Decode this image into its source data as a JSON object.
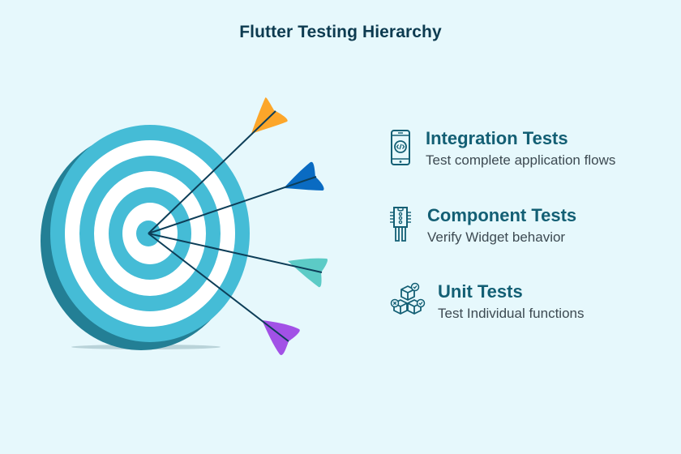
{
  "title": "Flutter Testing Hierarchy",
  "colors": {
    "background": "#e6f8fc",
    "title": "#0d3b50",
    "heading": "#135f74",
    "description": "#3d4a52",
    "target_ring": "#45bcd6",
    "target_white": "#ffffff",
    "target_side": "#237f95",
    "arrow_shaft": "#0d3e58",
    "arrow_orange": "#fca62a",
    "arrow_blue": "#0a6bc2",
    "arrow_teal": "#5ccbc6",
    "arrow_purple": "#a251e6"
  },
  "target": {
    "rings": 5,
    "arrows": [
      {
        "name": "orange",
        "color": "#fca62a"
      },
      {
        "name": "blue",
        "color": "#0a6bc2"
      },
      {
        "name": "teal",
        "color": "#5ccbc6"
      },
      {
        "name": "purple",
        "color": "#a251e6"
      }
    ]
  },
  "items": [
    {
      "icon": "mobile-code-icon",
      "heading": "Integration Tests",
      "description": "Test complete application flows"
    },
    {
      "icon": "chip-component-icon",
      "heading": "Component Tests",
      "description": "Verify Widget behavior"
    },
    {
      "icon": "cubes-check-icon",
      "heading": "Unit Tests",
      "description": "Test Individual functions"
    }
  ]
}
